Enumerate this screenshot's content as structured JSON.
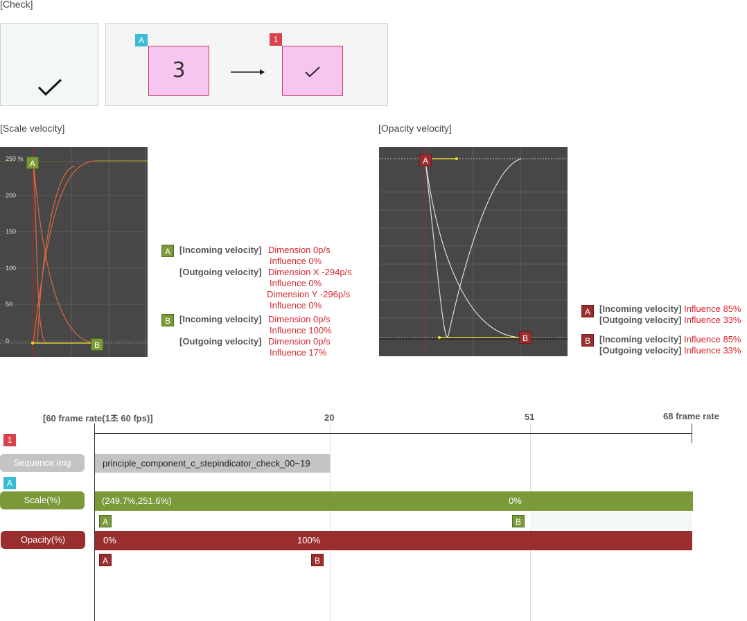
{
  "sections": {
    "check_title": "[Check]",
    "scale_title": "[Scale velocity]",
    "opacity_title": "[Opacity velocity]"
  },
  "check": {
    "preview_icon": "checkmark-icon",
    "step_from_badge": "A",
    "step_from_number": "3",
    "step_to_badge": "1",
    "step_to_icon": "checkmark-icon",
    "arrow_icon": "arrow-right-icon"
  },
  "scale_graph": {
    "tick_labels": [
      "250 %",
      "200",
      "150",
      "100",
      "50",
      "0"
    ],
    "marker_a": "A",
    "marker_b": "B"
  },
  "opacity_graph": {
    "marker_a": "A",
    "marker_b": "B"
  },
  "scale_info": {
    "a": {
      "badge": "A",
      "incoming_label": "[Incoming velocity]",
      "incoming_values": [
        "Dimension 0p/s",
        "Influence 0%"
      ],
      "outgoing_label": "[Outgoing velocity]",
      "outgoing_values": [
        "Dimension  X -294p/s",
        "Influence 0%",
        "Dimension  Y -296p/s",
        "Influence 0%"
      ]
    },
    "b": {
      "badge": "B",
      "incoming_label": "[Incoming velocity]",
      "incoming_values": [
        "Dimension 0p/s",
        "Influence 100%"
      ],
      "outgoing_label": "[Outgoing velocity]",
      "outgoing_values": [
        "Dimension 0p/s",
        "Influence 17%"
      ]
    }
  },
  "opacity_info": {
    "a": {
      "badge": "A",
      "incoming_label": "[Incoming velocity]",
      "incoming_value": "Influence 85%",
      "outgoing_label": "[Outgoing velocity]",
      "outgoing_value": "Influence 33%"
    },
    "b": {
      "badge": "B",
      "incoming_label": "[Incoming velocity]",
      "incoming_value": "Influence 85%",
      "outgoing_label": "[Outgoing velocity]",
      "outgoing_value": "Influence 33%"
    }
  },
  "timeline": {
    "frame_rate_label": "[60 frame rate(1초  60 fps)]",
    "marker_20": "20",
    "marker_51": "51",
    "end_label": "68 frame  rate",
    "step_badge": "1",
    "sequence_label": "Sequence img",
    "sequence_value": "principle_component_c_stepindicator_check_00~19",
    "scale_badge": "A",
    "scale_label": "Scale(%)",
    "scale_start": "(249.7%,251.6%)",
    "scale_end": "0%",
    "scale_key_a": "A",
    "scale_key_b": "B",
    "opacity_label": "Opacity(%)",
    "opacity_start": "0%",
    "opacity_end": "100%",
    "opacity_key_a": "A",
    "opacity_key_b": "B"
  },
  "colors": {
    "scale_green": "#7a9a3a",
    "opacity_red": "#9a2e2e",
    "sequence_gray": "#c4c4c4",
    "graph_bg": "#474747",
    "curve_orange": "#e0683a",
    "value_red": "#d8262e"
  }
}
